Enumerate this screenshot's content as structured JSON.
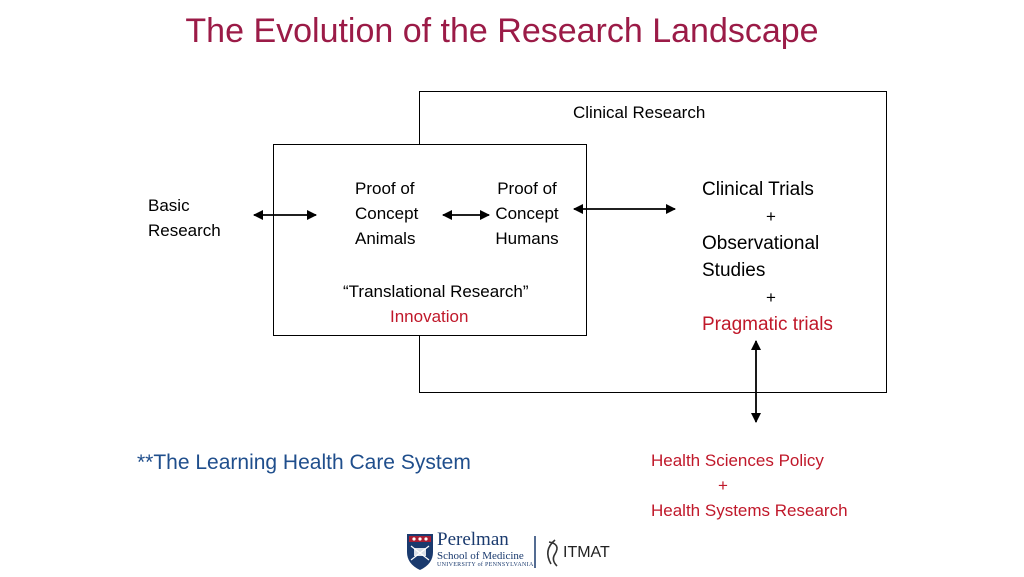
{
  "title": "The Evolution of the Research Landscape",
  "clinical_research": "Clinical Research",
  "basic_research": [
    "Basic",
    "Research"
  ],
  "poc_animals": [
    "Proof of",
    "Concept",
    "Animals"
  ],
  "poc_humans": [
    "Proof of",
    "Concept",
    "Humans"
  ],
  "translational": "“Translational Research”",
  "innovation": "Innovation",
  "clinical_block": {
    "line1": "Clinical Trials",
    "plus1": "+",
    "line2": "Observational",
    "line3": "Studies",
    "plus2": "+",
    "line4": "Pragmatic trials"
  },
  "learning_system": "**The Learning Health Care System",
  "policy": {
    "line1": "Health Sciences Policy",
    "plus": "+",
    "line2": "Health Systems Research"
  },
  "logo": {
    "perelman": "Perelman",
    "school": "School of Medicine",
    "university": "UNIVERSITY of PENNSYLVANIA",
    "itmat": "ITMAT"
  },
  "colors": {
    "title": "#9b1b47",
    "accent_red": "#c0182a",
    "blue": "#1f4e8c",
    "penn_blue": "#1a3a6e"
  }
}
